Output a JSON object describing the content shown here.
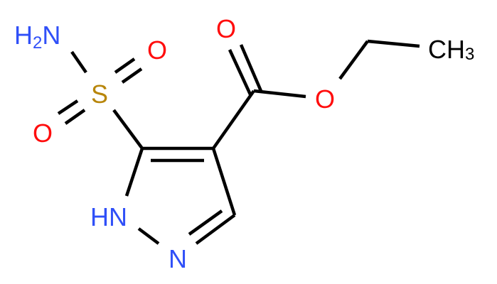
{
  "molecule": {
    "atoms": {
      "amine": {
        "main": "H",
        "sub": "2",
        "tail": "N",
        "color": "#3050F8"
      },
      "sulfur": {
        "label": "S",
        "color": "#B8860B"
      },
      "sulfonyl_o1": {
        "label": "O",
        "color": "#FF0D0D"
      },
      "sulfonyl_o2": {
        "label": "O",
        "color": "#FF0D0D"
      },
      "ring_nh": {
        "label": "HN",
        "color": "#3050F8"
      },
      "ring_n": {
        "label": "N",
        "color": "#3050F8"
      },
      "carbonyl_o": {
        "label": "O",
        "color": "#FF0D0D"
      },
      "ester_o": {
        "label": "O",
        "color": "#FF0D0D"
      },
      "methyl": {
        "main": "CH",
        "sub": "3",
        "color": "#000000"
      }
    }
  }
}
